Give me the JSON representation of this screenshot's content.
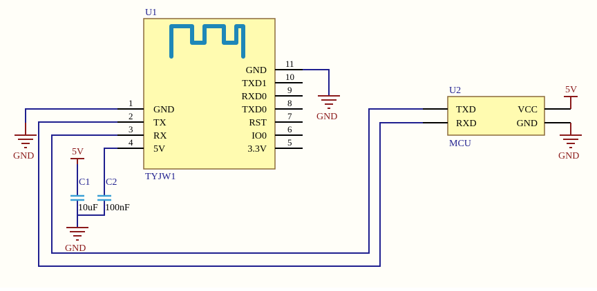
{
  "u1": {
    "ref": "U1",
    "name": "TYJW1",
    "left_pins": [
      {
        "num": "1",
        "label": "GND"
      },
      {
        "num": "2",
        "label": "TX"
      },
      {
        "num": "3",
        "label": "RX"
      },
      {
        "num": "4",
        "label": "5V"
      }
    ],
    "right_pins": [
      {
        "num": "11",
        "label": "GND"
      },
      {
        "num": "10",
        "label": "TXD1"
      },
      {
        "num": "9",
        "label": "RXD0"
      },
      {
        "num": "8",
        "label": "TXD0"
      },
      {
        "num": "7",
        "label": "RST"
      },
      {
        "num": "6",
        "label": "IO0"
      },
      {
        "num": "5",
        "label": "3.3V"
      }
    ]
  },
  "u2": {
    "ref": "U2",
    "name": "MCU",
    "left_labels": [
      "TXD",
      "RXD"
    ],
    "right_labels": [
      "VCC",
      "GND"
    ]
  },
  "caps": [
    {
      "ref": "C1",
      "value": "10uF"
    },
    {
      "ref": "C2",
      "value": "100nF"
    }
  ],
  "power": {
    "gnd": "GND",
    "v5": "5V"
  },
  "colors": {
    "wire": "#1f1f8f",
    "power": "#8b1a1a",
    "chip_fill": "#fffbb0",
    "capacitor": "#3aa0d6",
    "antenna": "#1e87b8"
  }
}
